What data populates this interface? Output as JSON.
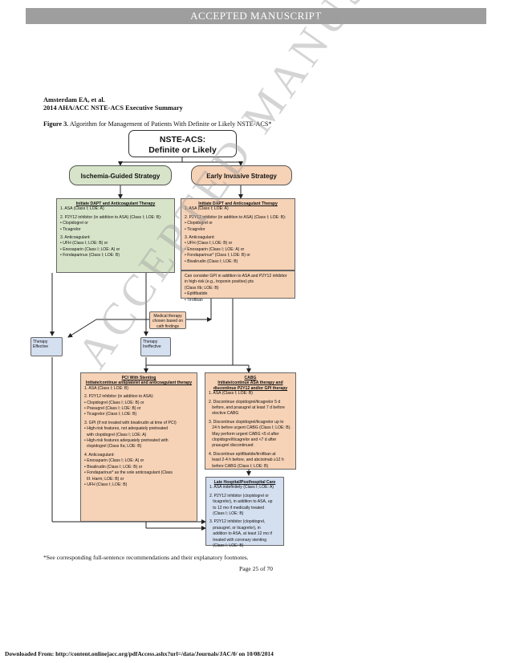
{
  "banner": "ACCEPTED MANUSCRIPT",
  "header": {
    "line1": "Amsterdam EA, et al.",
    "line2": "2014 AHA/ACC NSTE-ACS Executive Summary"
  },
  "caption": {
    "label": "Figure 3.",
    "text": " Algorithm for Management of Patients With Definite or Likely NSTE-ACS*"
  },
  "flow": {
    "top": {
      "line1": "NSTE-ACS:",
      "line2": "Definite or Likely"
    },
    "ischemia": "Ischemia-Guided Strategy",
    "invasive": "Early Invasive Strategy",
    "green_box": {
      "title": "Initiate DAPT and Anticoagulant Therapy",
      "lines": [
        "1. ASA (Class I; LOE: A)",
        "",
        "2. P2Y12 inhibitor (in addition to ASA) (Class I; LOE: B):",
        "• Clopidogrel or",
        "• Ticagrelor",
        "",
        "3. Anticoagulant:",
        "• UFH (Class I; LOE: B) or",
        "• Enoxaparin (Class I; LOE: A) or",
        "• Fondaparinux (Class I; LOE: B)"
      ]
    },
    "orange_box": {
      "title": "Initiate DAPT and Anticoagulant Therapy",
      "lines": [
        "1. ASA (Class I; LOE: A)",
        "",
        "2. P2Y12 inhibitor (in addition to ASA) (Class I; LOE: B):",
        "• Clopidogrel or",
        "• Ticagrelor",
        "",
        "3. Anticoagulant:",
        "• UFH (Class I; LOE: B) or",
        "• Enoxaparin (Class I; LOE: A) or",
        "• Fondaparinux* (Class I; LOE: B) or",
        "• Bivalirudin (Class I; LOE: B)"
      ]
    },
    "gpi_box": [
      "Can consider GPI in addition to ASA and P2Y12 inhibitor",
      "in high-risk (e.g., troponin positive) pts",
      "(Class IIb; LOE: B)",
      "• Eptifibatide",
      "• Tirofiban"
    ],
    "medical": "Medical therapy chosen based on cath findings",
    "effective": "Therapy Effective",
    "ineffective": "Therapy Ineffective",
    "pci_box": {
      "title": "PCI With Stenting",
      "subtitle": "Initiate/continue antiplatelet and anticoagulant therapy",
      "lines": [
        "1. ASA (Class I; LOE: B)",
        "",
        "2. P2Y12 inhibitor (in addition to ASA):",
        "• Clopidogrel (Class I; LOE: B) or",
        "• Prasugrel (Class I; LOE: B) or",
        "• Ticagrelor (Class I; LOE: B)",
        "",
        "3. GPI (if not treated with bivalirudin at time of PCI)",
        "• High-risk features, not adequately pretreated",
        "  with clopidogrel (Class I; LOE: A)",
        "• High-risk features adequately pretreated with",
        "  clopidogrel (Class IIa; LOE: B)",
        "",
        "4. Anticoagulant:",
        "• Enoxaparin (Class I; LOE: A) or",
        "• Bivalirudin (Class I; LOE: B) or",
        "• Fondaparinux* as the sole anticoagulant (Class",
        "  III: Harm; LOE: B) or",
        "• UFH (Class I; LOE: B)"
      ]
    },
    "cabg_box": {
      "title": "CABG",
      "subtitle": "Initiate/continue ASA therapy and discontinue P2Y12 and/or GPI therapy",
      "lines": [
        "1. ASA (Class I; LOE: B)",
        "",
        "2. Discontinue clopidogrel/ticagrelor 5 d",
        "   before, and prasugrel at least 7 d before",
        "   elective CABG",
        "",
        "3. Discontinue clopidogrel/ticagrelor up to",
        "   24 h before urgent CABG (Class I; LOE: B).",
        "   May perform urgent CABG <5 d after",
        "   clopidogrel/ticagrelor and <7 d after",
        "   prasugrel discontinued",
        "",
        "4. Discontinue eptifibatide/tirofiban at",
        "   least 2-4 h before, and abciximab ≥12 h",
        "   before CABG (Class I; LOE: B)"
      ]
    },
    "late_box": {
      "title": "Late Hospital/Posthospital Care",
      "lines": [
        "1. ASA indefinitely (Class I; LOE: A)",
        "",
        "2. P2Y12 inhibitor (clopidogrel or",
        "   ticagrelor), in addition to ASA, up",
        "   to 12 mo if medically treated",
        "   (Class I; LOE: B)",
        "",
        "3. P2Y12 inhibitor (clopidogrel,",
        "   prasugrel, or ticagrelor), in",
        "   addition to ASA, at least 12 mo if",
        "   treated with coronary stenting",
        "   (Class I; LOE: B)"
      ]
    }
  },
  "watermark": "ACCEPTED MANUSCRIPT",
  "footnote": "*See corresponding full-sentence recommendations and their explanatory footnotes.",
  "page": "Page 25 of 70",
  "download": "Downloaded From: http://content.onlinejacc.org/pdfAccess.ashx?url=/data/Journals/JAC/0/ on 10/08/2014"
}
